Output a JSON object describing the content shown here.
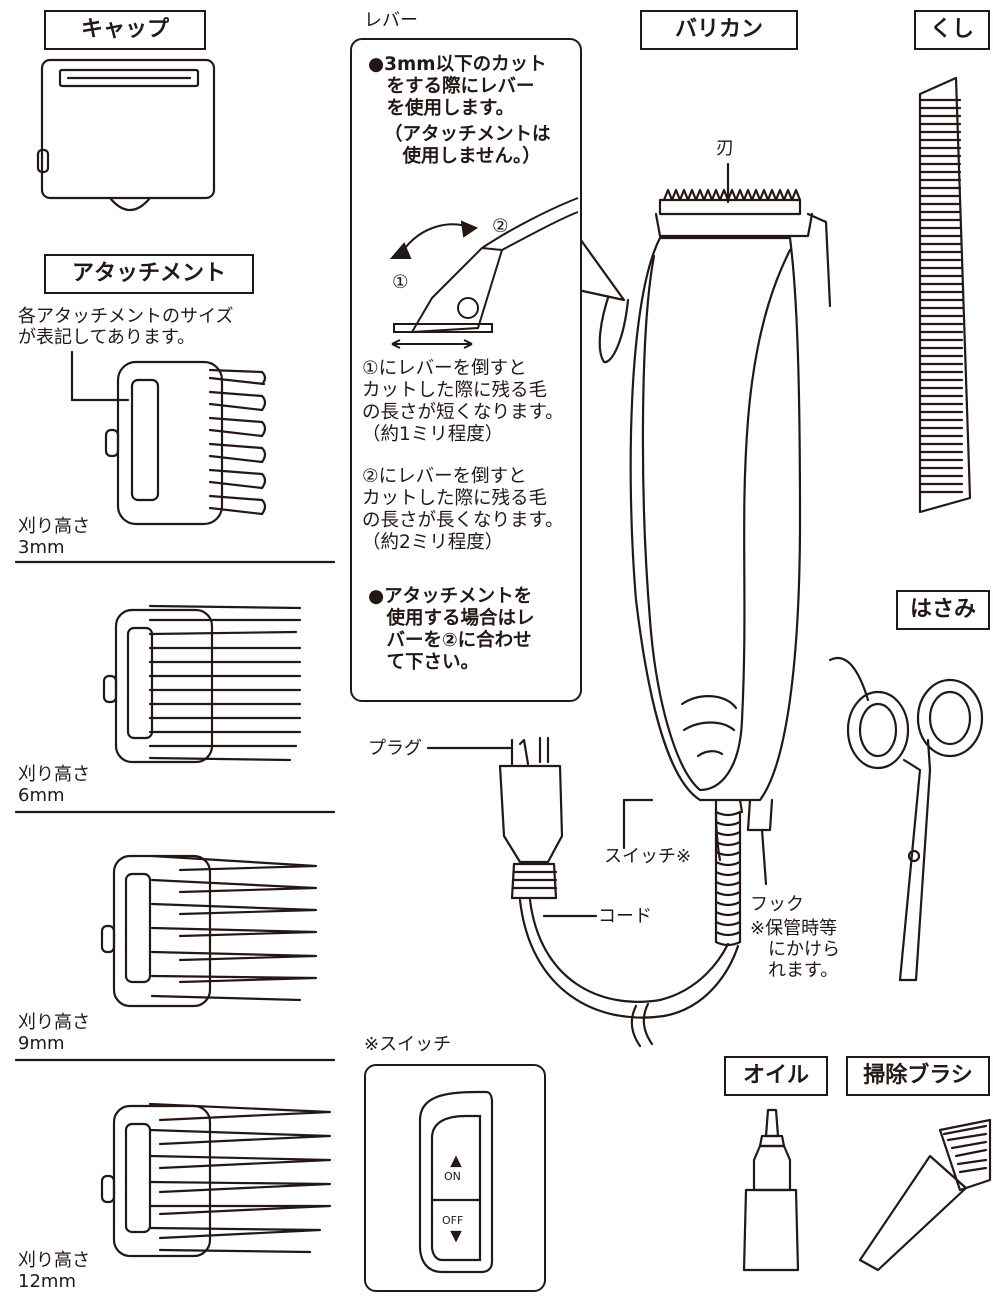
{
  "labels": {
    "cap": "キャップ",
    "attachment": "アタッチメント",
    "clipper": "バリカン",
    "comb": "くし",
    "scissors": "はさみ",
    "oil": "オイル",
    "brush": "掃除ブラシ"
  },
  "attachment_note": "各アタッチメントのサイズ\nが表記してあります。",
  "sizes": [
    {
      "caption": "刈り高さ\n3mm"
    },
    {
      "caption": "刈り高さ\n6mm"
    },
    {
      "caption": "刈り高さ\n9mm"
    },
    {
      "caption": "刈り高さ\n12mm"
    }
  ],
  "lever": {
    "title": "レバー",
    "bullet1": "●3mm以下のカット\n　をする際にレバー\n　を使用します。",
    "bullet1_paren": "（アタッチメントは\n　使用しません。）",
    "num1": "①",
    "num2": "②",
    "note1": "①にレバーを倒すと\nカットした際に残る毛\nの長さが短くなります。\n（約1ミリ程度）",
    "note2": "②にレバーを倒すと\nカットした際に残る毛\nの長さが長くなります。\n（約2ミリ程度）",
    "bullet2": "●アタッチメントを\n　使用する場合はレ\n　バーを②に合わせ\n　て下さい。"
  },
  "callouts": {
    "blade": "刃",
    "plug": "プラグ",
    "switch": "スイッチ※",
    "cord": "コード",
    "hook": "フック",
    "hook_note": "※保管時等\n　にかけら\n　れます。"
  },
  "switch_box": {
    "title": "※スイッチ",
    "on": "ON",
    "off": "OFF"
  }
}
